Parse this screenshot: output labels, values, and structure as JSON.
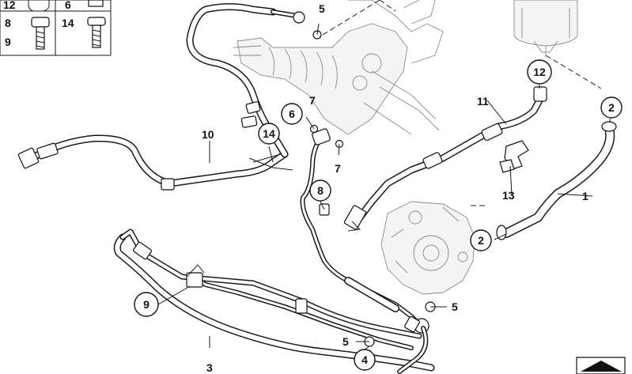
{
  "legend": {
    "cells": [
      {
        "label": "12"
      },
      {
        "label": "6"
      },
      {
        "label": "8"
      },
      {
        "label": "14"
      },
      {
        "label": "9"
      }
    ]
  },
  "labels": {
    "l1": "1",
    "l2a": "2",
    "l2b": "2",
    "l3": "3",
    "l4": "4",
    "l5a": "5",
    "l5b": "5",
    "l5c": "5",
    "l6": "6",
    "l7a": "7",
    "l7b": "7",
    "l8": "8",
    "l9": "9",
    "l10": "10",
    "l11": "11",
    "l12": "12",
    "l13": "13",
    "l14": "14"
  }
}
